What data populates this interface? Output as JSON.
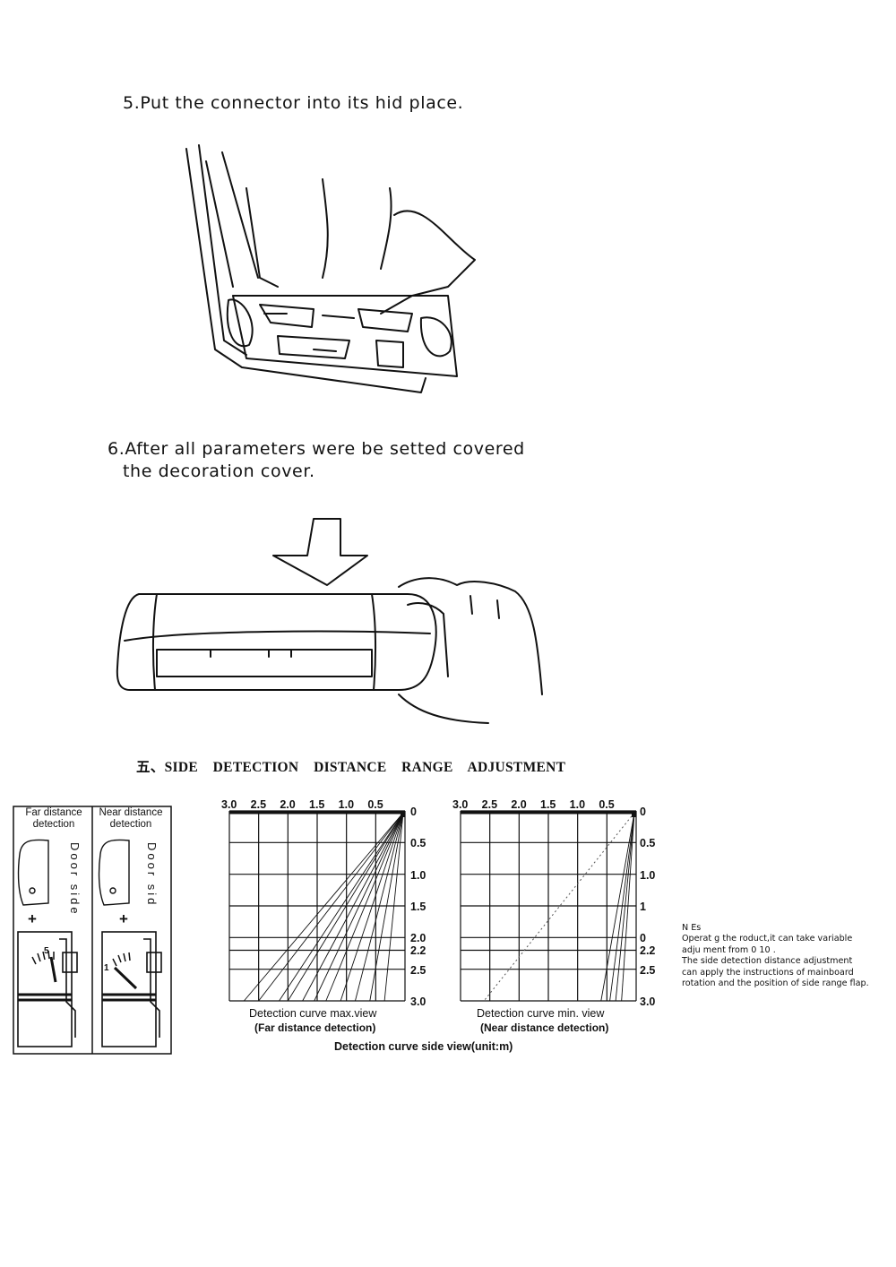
{
  "steps": [
    {
      "text": "5.Put the connector into its hid place."
    },
    {
      "line1": "6.After all parameters  were be setted covered",
      "line2": "the decoration  cover."
    }
  ],
  "section": {
    "title": "五、SIDE    DETECTION    DISTANCE    RANGE    ADJUSTMENT"
  },
  "panels": [
    {
      "title1": "Far distance",
      "title2": "detection",
      "side": "Door side",
      "plus": "+",
      "gauge_number": "5"
    },
    {
      "title1": "Near distance",
      "title2": "detection",
      "side": "Door sid",
      "plus": "+",
      "gauge_number": "1"
    }
  ],
  "chart_data": [
    {
      "type": "line",
      "title": "",
      "x_ticks": [
        "3.0",
        "2.5",
        "2.0",
        "1.5",
        "1.0",
        "0.5"
      ],
      "y_ticks": [
        "0",
        "0.5",
        "1.0",
        "1.5",
        "2.0",
        "2.2",
        "2.5",
        "3.0"
      ],
      "caption": "Detection curve max.view",
      "subcaption": "(Far distance detection)",
      "beam_ends_x": [
        2.75,
        2.5,
        2.15,
        2.0,
        1.75,
        1.55,
        1.35,
        1.1,
        0.85,
        0.6,
        0.35
      ],
      "xlim": [
        3.0,
        0
      ],
      "ylim": [
        0,
        3.0
      ]
    },
    {
      "type": "line",
      "title": "",
      "x_ticks": [
        "3.0",
        "2.5",
        "2.0",
        "1.5",
        "1.0",
        "0.5"
      ],
      "y_ticks": [
        "0",
        "0.5",
        "1.0",
        "1",
        "0",
        "2.2",
        "2.5",
        "3.0"
      ],
      "caption": "Detection curve min. view",
      "subcaption": "(Near distance detection)",
      "beam_ends_x": [
        0.6,
        0.45,
        0.35,
        0.25
      ],
      "dotted_end_x": 2.6,
      "xlim": [
        3.0,
        0
      ],
      "ylim": [
        0,
        3.0
      ]
    }
  ],
  "overall_caption": "Detection curve side view(unit:m)",
  "note": {
    "title": "N  Es",
    "lines": [
      "Operat  g  the  roduct,it can take variable",
      "adju  ment from  0    10  .",
      "The side detection distance adjustment",
      "can apply the instructions of mainboard",
      "rotation and the position of side range flap."
    ]
  }
}
